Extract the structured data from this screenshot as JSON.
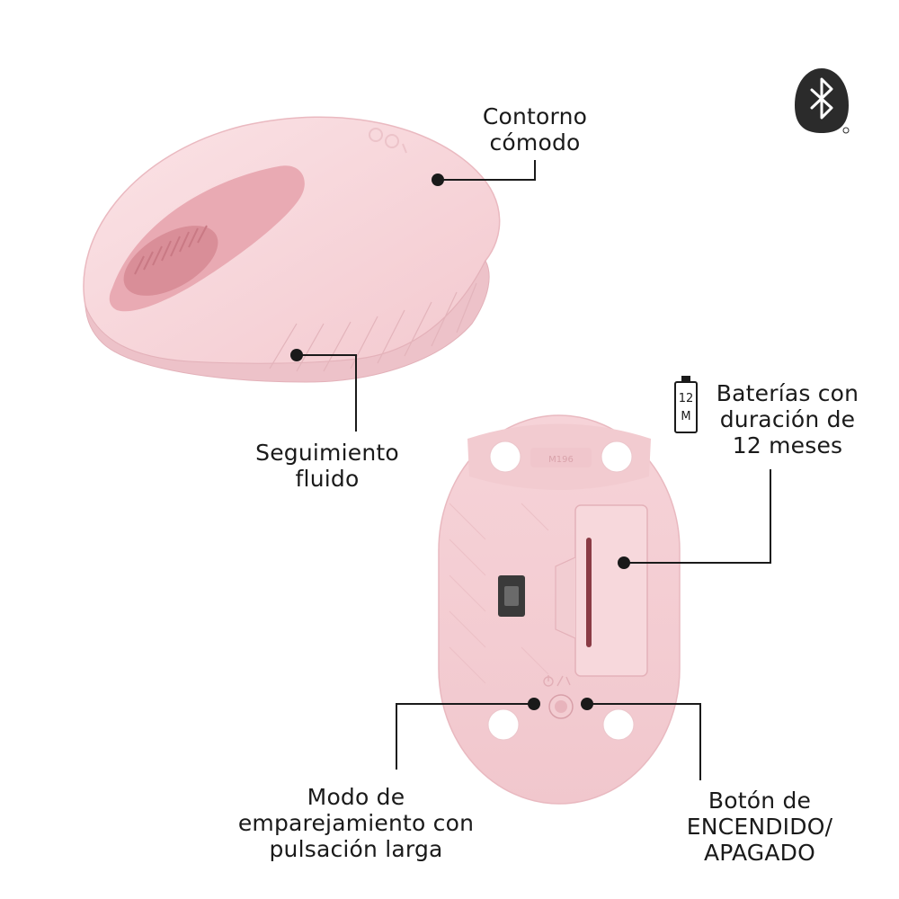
{
  "callouts": {
    "contour": [
      "Contorno",
      "cómodo"
    ],
    "tracking": [
      "Seguimiento",
      "fluido"
    ],
    "battery": [
      "Baterías con",
      "duración de",
      "12 meses"
    ],
    "pairing": [
      "Modo de",
      "emparejamiento con",
      "pulsación larga"
    ],
    "power": [
      "Botón de",
      "ENCENDIDO/",
      "APAGADO"
    ]
  },
  "battery_icon": {
    "line1": "12",
    "line2": "M"
  },
  "mouse_bottom": {
    "model_text": "M196"
  },
  "icons": [
    "bluetooth-icon",
    "battery-icon"
  ],
  "colors": {
    "mouse_body": "#f7d5d9",
    "mouse_shadow": "#ecc0c6",
    "wheel": "#d98e98",
    "leader_line": "#1a1a1a",
    "bluetooth_bg": "#2b2b2b"
  }
}
